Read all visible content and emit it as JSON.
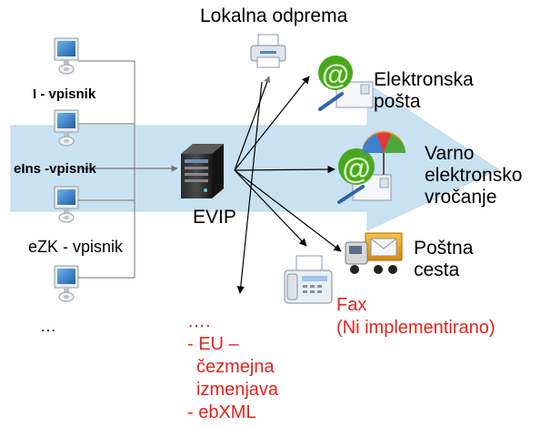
{
  "title": "Lokalna odprema",
  "hub": {
    "label": "EVIP"
  },
  "clients": [
    {
      "label": "I - vpisnik",
      "bold": true
    },
    {
      "label": "eIns -vpisnik",
      "bold": true
    },
    {
      "label": "eZK - vpisnik",
      "bold": false
    },
    {
      "label": "…",
      "bold": false
    }
  ],
  "channels": {
    "email": [
      "Elektronska",
      "pošta"
    ],
    "secure": [
      "Varno",
      "elektronsko",
      "vročanje"
    ],
    "post": [
      "Poštna",
      "cesta"
    ],
    "fax": [
      "Fax",
      "(Ni implementirano)"
    ],
    "eu": [
      "….",
      "- EU –",
      "čezmejna",
      "izmenjava",
      "- ebXML"
    ]
  },
  "icons": [
    "monitor-icon",
    "server-icon",
    "printer-icon",
    "email-icon",
    "umbrella-icon",
    "truck-icon",
    "fax-icon"
  ],
  "colors": {
    "band": "#c9e2f2",
    "band_edge": "#bcd6e8",
    "annotation": "#e8211b",
    "monitor": "#2b6fb8"
  }
}
